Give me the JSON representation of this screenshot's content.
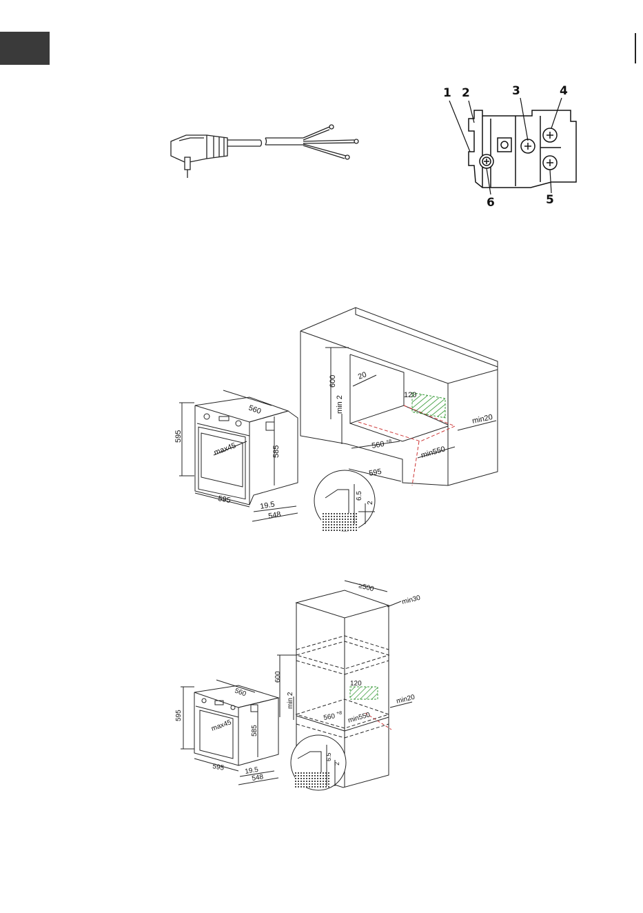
{
  "terminal": {
    "callouts": [
      "1",
      "2",
      "3",
      "4",
      "5",
      "6"
    ]
  },
  "install_under_counter": {
    "oven": {
      "width": "595",
      "height": "595",
      "inner_height": "585",
      "depth": "560",
      "handle": "max45",
      "door": "19.5",
      "total_depth": "548"
    },
    "cabinet": {
      "height": "600",
      "gap_top": "20",
      "min_gap": "min 2",
      "vent": "120",
      "width": "560",
      "width_tol": "+8",
      "depth": "min550",
      "side": "min20",
      "front": "595"
    },
    "detail": {
      "a": "6.5",
      "b": "2"
    }
  },
  "install_column": {
    "oven": {
      "width": "595",
      "height": "595",
      "inner_height": "585",
      "depth": "560",
      "handle": "max45",
      "door": "19.5",
      "total_depth": "548"
    },
    "cabinet": {
      "depth_top": "≥500",
      "top": "min30",
      "height": "600",
      "min_gap": "min 2",
      "vent": "120",
      "width": "560",
      "width_tol": "+8",
      "depth": "min550",
      "side": "min20"
    },
    "detail": {
      "a": "6.5",
      "b": "2"
    }
  }
}
